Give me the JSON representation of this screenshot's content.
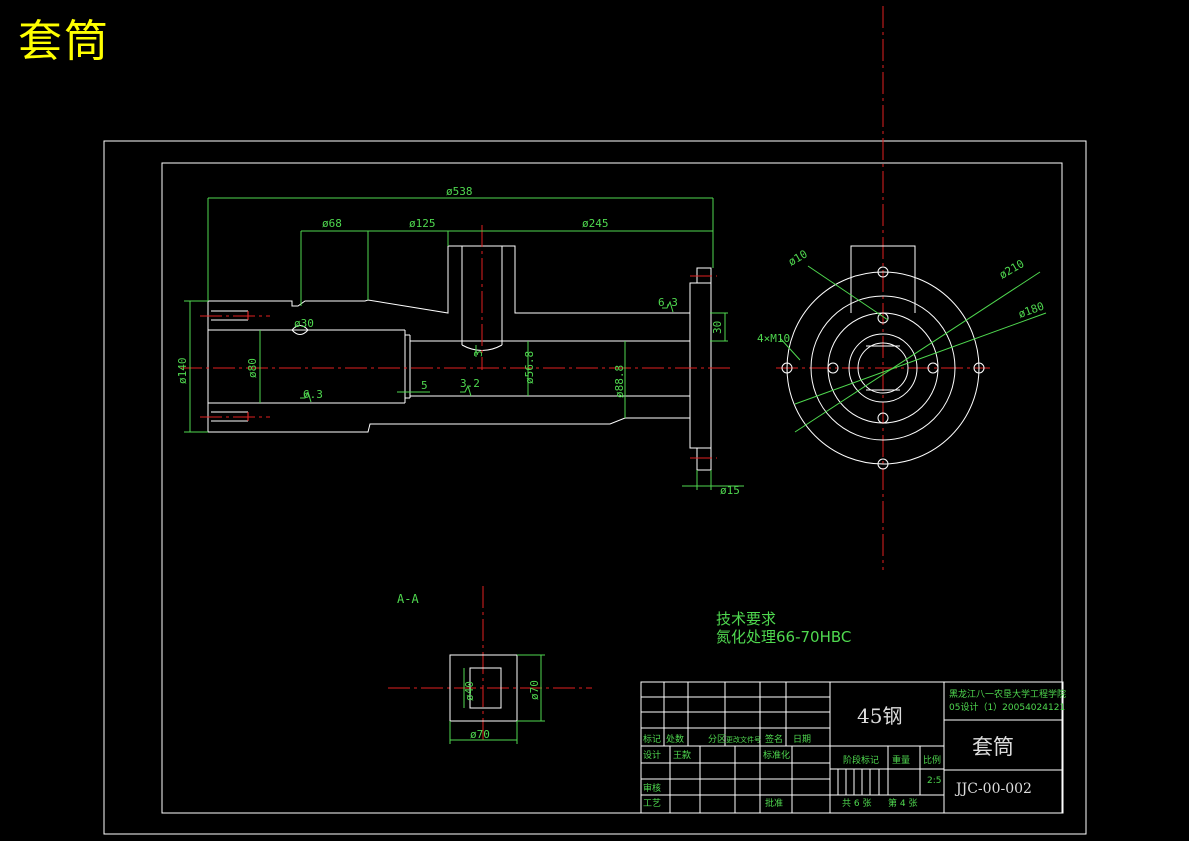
{
  "title": "套筒",
  "dimensions": {
    "d538": "ø538",
    "d68": "ø68",
    "d125": "ø125",
    "d245": "ø245",
    "d140": "ø140",
    "d80": "ø80",
    "d30": "ø30",
    "d56_8": "ø56.8",
    "d88_8": "ø88.8",
    "r3": "3",
    "v5": "5",
    "v30": "30",
    "d15": "ø15",
    "rough1": "6.3",
    "rough2": "6.3",
    "rough3": "3.2",
    "d10": "ø10",
    "d210": "ø210",
    "d180": "ø180",
    "holes": "4×M10",
    "section": "A-A",
    "d40": "ø40",
    "d70a": "ø70",
    "d70b": "ø70"
  },
  "tech": {
    "heading": "技术要求",
    "line1": "氮化处理66-70HBC"
  },
  "title_block": {
    "material": "45钢",
    "school_line1": "黑龙江八一农垦大学工程学院",
    "school_line2": "05设计（1）20054024121",
    "part_name": "套筒",
    "drawing_no": "JJC-00-002",
    "h_mark": "标记",
    "h_count": "处数",
    "h_zone": "分区",
    "h_docno": "更改文件号",
    "h_sign": "签名",
    "h_date": "日期",
    "designer_label": "设计",
    "designer_name": "王款",
    "standard": "标准化",
    "stage": "阶段标记",
    "weight": "重量",
    "scale": "比例",
    "scale_val": "2:5",
    "review": "审核",
    "process": "工艺",
    "approve": "批准",
    "sheets": "共 6 张",
    "sheet_no": "第 4 张"
  }
}
